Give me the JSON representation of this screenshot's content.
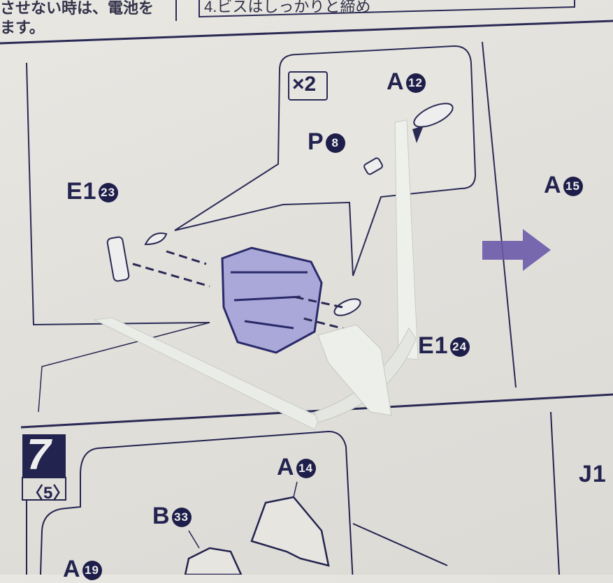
{
  "header": {
    "note_left_line1": "させない時は、電池を",
    "note_left_line2": "ます。",
    "note_right": "4.ビスはしっかりと締め"
  },
  "step6": {
    "multiplier": "×2",
    "parts": [
      {
        "letter": "A",
        "num": "12"
      },
      {
        "letter": "P",
        "num": "8"
      },
      {
        "letter": "E1",
        "num": "23"
      },
      {
        "letter": "E1",
        "num": "24"
      },
      {
        "letter": "A",
        "num": "15"
      }
    ]
  },
  "step7": {
    "step_number": "7",
    "sub_number": "〈5〉",
    "parts": [
      {
        "letter": "A",
        "num": "14"
      },
      {
        "letter": "B",
        "num": "33"
      },
      {
        "letter": "A",
        "num": "19"
      },
      {
        "letter": "J1",
        "num": ""
      }
    ]
  },
  "colors": {
    "ink": "#23234f",
    "arrow": "#6a5aa8",
    "paper": "#e4e2dd",
    "plastic": "#e8ebe6"
  }
}
